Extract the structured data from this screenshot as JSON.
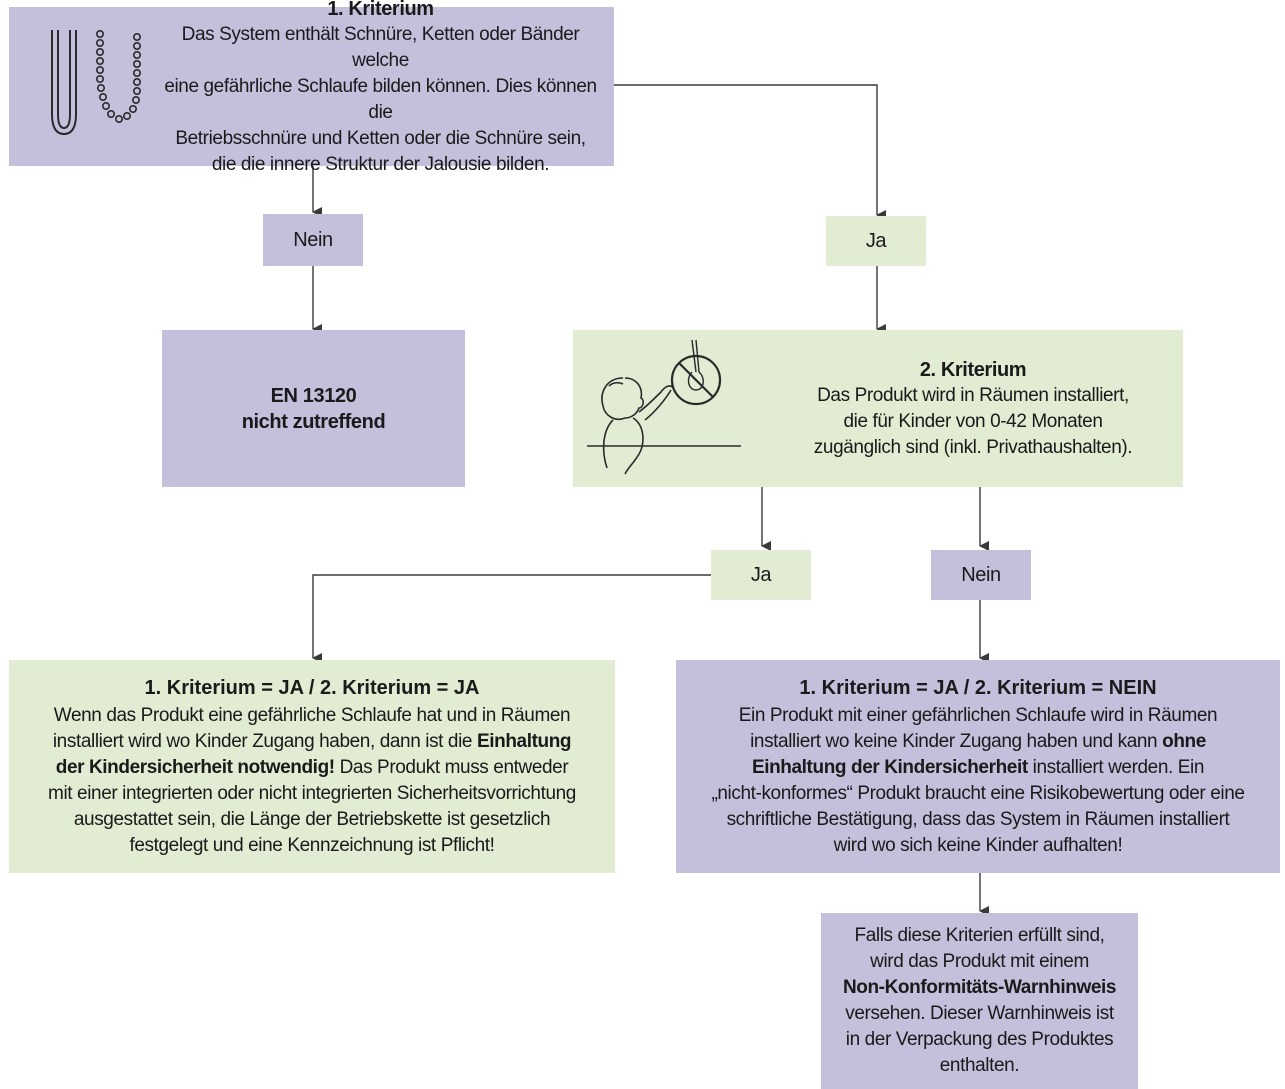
{
  "criterion1": {
    "title": "1. Kriterium",
    "lines": [
      "Das System enthält Schnüre, Ketten oder Bänder welche",
      "eine gefährliche Schlaufe bilden können. Dies können die",
      "Betriebsschnüre und Ketten oder die Schnüre sein,",
      "die die innere Struktur der Jalousie bilden."
    ]
  },
  "labels": {
    "no1": "Nein",
    "yes1": "Ja",
    "yes2": "Ja",
    "no2": "Nein"
  },
  "not_applicable": {
    "line1": "EN 13120",
    "line2": "nicht zutreffend"
  },
  "criterion2": {
    "title": "2. Kriterium",
    "lines": [
      "Das Produkt wird in Räumen installiert,",
      "die für Kinder von 0-42 Monaten",
      "zugänglich sind (inkl. Privathaushalten)."
    ]
  },
  "result_yes": {
    "title": "1. Kriterium = JA / 2. Kriterium = JA",
    "line1": "Wenn das Produkt eine gefährliche Schlaufe hat und in Räumen",
    "line2_pre": "installiert wird wo Kinder Zugang haben, dann ist die ",
    "line2_bold": "Einhaltung",
    "line3_bold": "der Kindersicherheit notwendig!",
    "line3_post": " Das Produkt muss entweder",
    "line4": "mit einer integrierten oder nicht integrierten Sicherheitsvorrichtung",
    "line5": "ausgestattet sein, die Länge der Betriebskette ist gesetzlich",
    "line6": "festgelegt und eine Kennzeichnung ist Pflicht!"
  },
  "result_no": {
    "title": "1. Kriterium = JA / 2. Kriterium = NEIN",
    "line1": "Ein Produkt mit einer gefährlichen Schlaufe wird in Räumen",
    "line2_pre": "installiert wo keine Kinder Zugang haben und kann ",
    "line2_bold": "ohne",
    "line3_bold": "Einhaltung der Kindersicherheit",
    "line3_post": " installiert werden. Ein",
    "line4": "„nicht-konformes“ Produkt braucht eine Risikobewertung oder eine",
    "line5": "schriftliche Bestätigung, dass das System in Räumen installiert",
    "line6": "wird wo sich keine Kinder aufhalten!"
  },
  "warning": {
    "line1": "Falls diese Kriterien erfüllt sind,",
    "line2": "wird das Produkt mit einem",
    "line3_bold": "Non-Konformitäts-Warnhinweis",
    "line4": "versehen. Dieser Warnhinweis ist",
    "line5": "in der Verpackung des Produktes",
    "line6": "enthalten."
  },
  "colors": {
    "purple": "#c4bfdb",
    "green": "#e1ecd2",
    "line": "#3a3a3a"
  },
  "icons": [
    "cord-loop-icon",
    "bead-chain-icon",
    "child-reaching-icon",
    "prohibited-icon"
  ]
}
